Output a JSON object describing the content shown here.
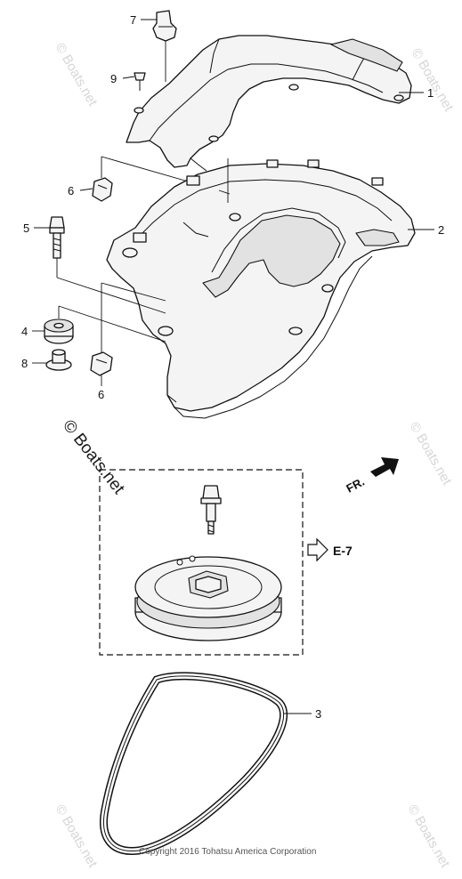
{
  "diagram": {
    "callouts": [
      {
        "id": "c1",
        "label": "1"
      },
      {
        "id": "c2",
        "label": "2"
      },
      {
        "id": "c3",
        "label": "3"
      },
      {
        "id": "c4",
        "label": "4"
      },
      {
        "id": "c5",
        "label": "5"
      },
      {
        "id": "c6a",
        "label": "6"
      },
      {
        "id": "c6b",
        "label": "6"
      },
      {
        "id": "c7",
        "label": "7"
      },
      {
        "id": "c8",
        "label": "8"
      },
      {
        "id": "c9",
        "label": "9"
      }
    ],
    "reference_label": "E-7",
    "front_label": "FR.",
    "copyright": "Copyright 2016 Tohatsu America Corporation",
    "watermark": "© Boats.net",
    "watermark_faint": "© Boats.net"
  }
}
